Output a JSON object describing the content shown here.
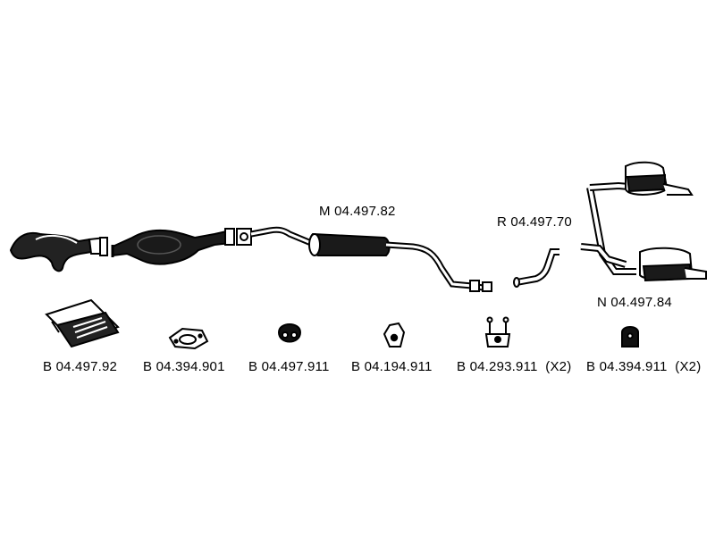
{
  "main_parts": {
    "middle_muffler": "M 04.497.82",
    "rear_pipe": "R 04.497.70",
    "rear_muffler": "N 04.497.84"
  },
  "accessories": [
    {
      "label": "B 04.497.92"
    },
    {
      "label": "B 04.394.901"
    },
    {
      "label": "B 04.497.911"
    },
    {
      "label": "B 04.194.911"
    },
    {
      "label": "B 04.293.911  (X2)"
    },
    {
      "label": "B 04.394.911  (X2)"
    }
  ]
}
